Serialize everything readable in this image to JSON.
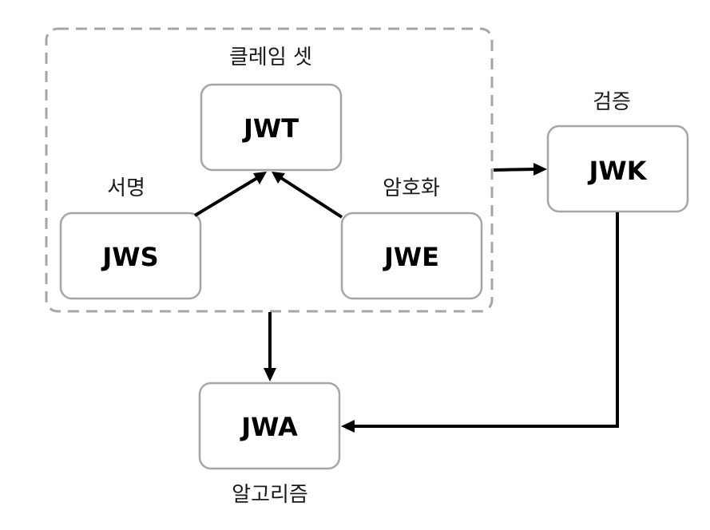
{
  "group": {
    "label": "클레임 셋"
  },
  "nodes": {
    "jwt": {
      "label": "JWT"
    },
    "jws": {
      "label": "JWS",
      "caption": "서명"
    },
    "jwe": {
      "label": "JWE",
      "caption": "암호화"
    },
    "jwk": {
      "label": "JWK",
      "caption": "검증"
    },
    "jwa": {
      "label": "JWA",
      "caption": "알고리즘"
    }
  },
  "edges": [
    {
      "from": "jws",
      "to": "jwt"
    },
    {
      "from": "jwe",
      "to": "jwt"
    },
    {
      "from": "group",
      "to": "jwk"
    },
    {
      "from": "group",
      "to": "jwa"
    },
    {
      "from": "jwk",
      "to": "jwa"
    }
  ],
  "colors": {
    "box_border": "#a6a6a6",
    "group_border": "#a6a6a6",
    "edge": "#000000",
    "text": "#000000"
  }
}
